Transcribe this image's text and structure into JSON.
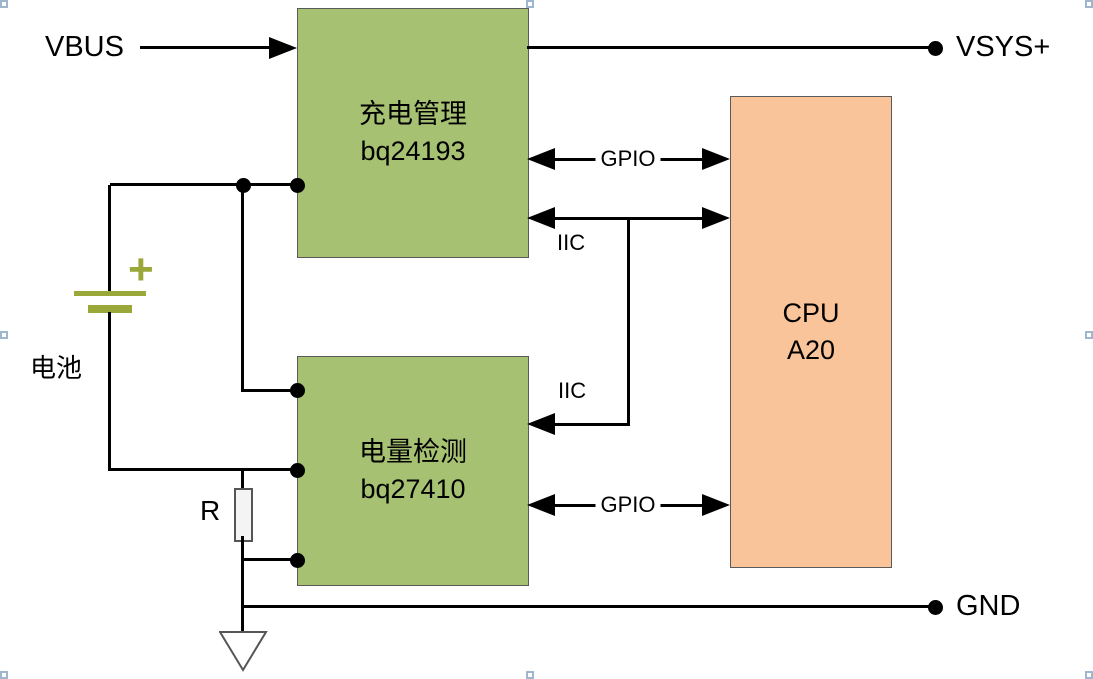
{
  "diagram": {
    "blocks": {
      "charge": {
        "line1": "充电管理",
        "line2": "bq24193"
      },
      "gauge": {
        "line1": "电量检测",
        "line2": "bq27410"
      },
      "cpu": {
        "line1": "CPU",
        "line2": "A20"
      }
    },
    "labels": {
      "vbus": "VBUS",
      "vsys": "VSYS+",
      "gnd": "GND",
      "gpio_top": "GPIO",
      "gpio_bottom": "GPIO",
      "iic_top": "IIC",
      "iic_branch": "IIC",
      "battery": "电池",
      "battery_plus": "+",
      "resistor": "R"
    },
    "colors": {
      "block_green": "#a7c172",
      "block_orange": "#f9c499",
      "wire": "#000000",
      "battery_symbol": "#9aa83a",
      "selection_handle": "#9fb6cf"
    }
  }
}
